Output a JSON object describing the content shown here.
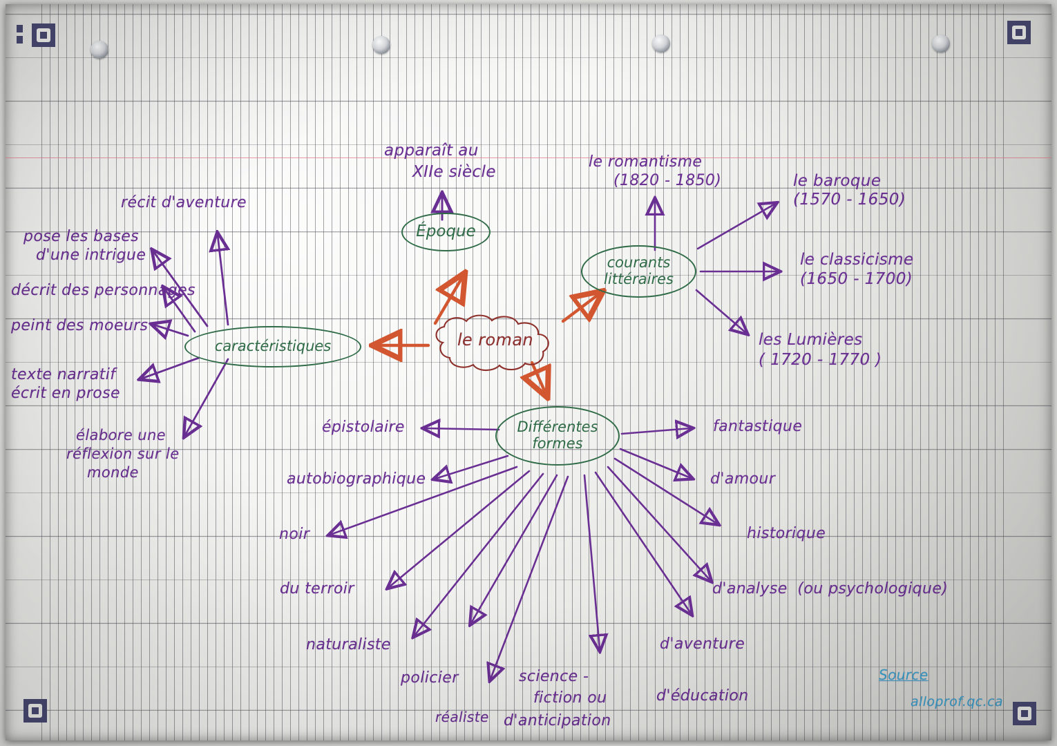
{
  "document": {
    "kind": "handwritten-mindmap",
    "title_center": "le roman",
    "source_label": "Source",
    "source_value": "alloprof.qc.ca"
  },
  "colors": {
    "purple": "#6a2f93",
    "green": "#2e6b46",
    "red": "#8e2f2a",
    "blue": "#3aa4cf",
    "marker": "#4a4a74",
    "margin_rule": "#e2788c"
  },
  "nodes": {
    "center": "le roman",
    "epoque": "Époque",
    "courants": "courants\nlittéraires",
    "caracteristiques": "caractéristiques",
    "formes": "Différentes\nformes"
  },
  "epoque_notes": [
    {
      "line1": "apparaît au",
      "line2": "XIIe siècle"
    }
  ],
  "courants": [
    {
      "line1": "le romantisme",
      "line2": "(1820 - 1850)"
    },
    {
      "line1": "le baroque",
      "line2": "(1570 - 1650)"
    },
    {
      "line1": "le classicisme",
      "line2": "(1650 - 1700)"
    },
    {
      "line1": "les Lumières",
      "line2": "( 1720 - 1770 )"
    }
  ],
  "caracteristiques": [
    {
      "text": "récit d'aventure"
    },
    {
      "line1": "pose les bases",
      "line2": "d'une intrigue"
    },
    {
      "text": "décrit des personnages"
    },
    {
      "text": "peint des moeurs"
    },
    {
      "line1": "texte narratif",
      "line2": "écrit en prose"
    },
    {
      "line1": "élabore une",
      "line2": "réflexion sur le",
      "line3": "monde"
    }
  ],
  "formes": [
    {
      "text": "épistolaire"
    },
    {
      "text": "autobiographique"
    },
    {
      "text": "noir"
    },
    {
      "text": "du terroir"
    },
    {
      "text": "naturaliste"
    },
    {
      "text": "policier"
    },
    {
      "text": "réaliste"
    },
    {
      "line1": "science -",
      "line2": "fiction ou",
      "line3": "d'anticipation"
    },
    {
      "text": "d'éducation"
    },
    {
      "text": "d'aventure"
    },
    {
      "text": "d'analyse  (ou psychologique)"
    },
    {
      "text": "historique"
    },
    {
      "text": "d'amour"
    },
    {
      "text": "fantastique"
    }
  ]
}
